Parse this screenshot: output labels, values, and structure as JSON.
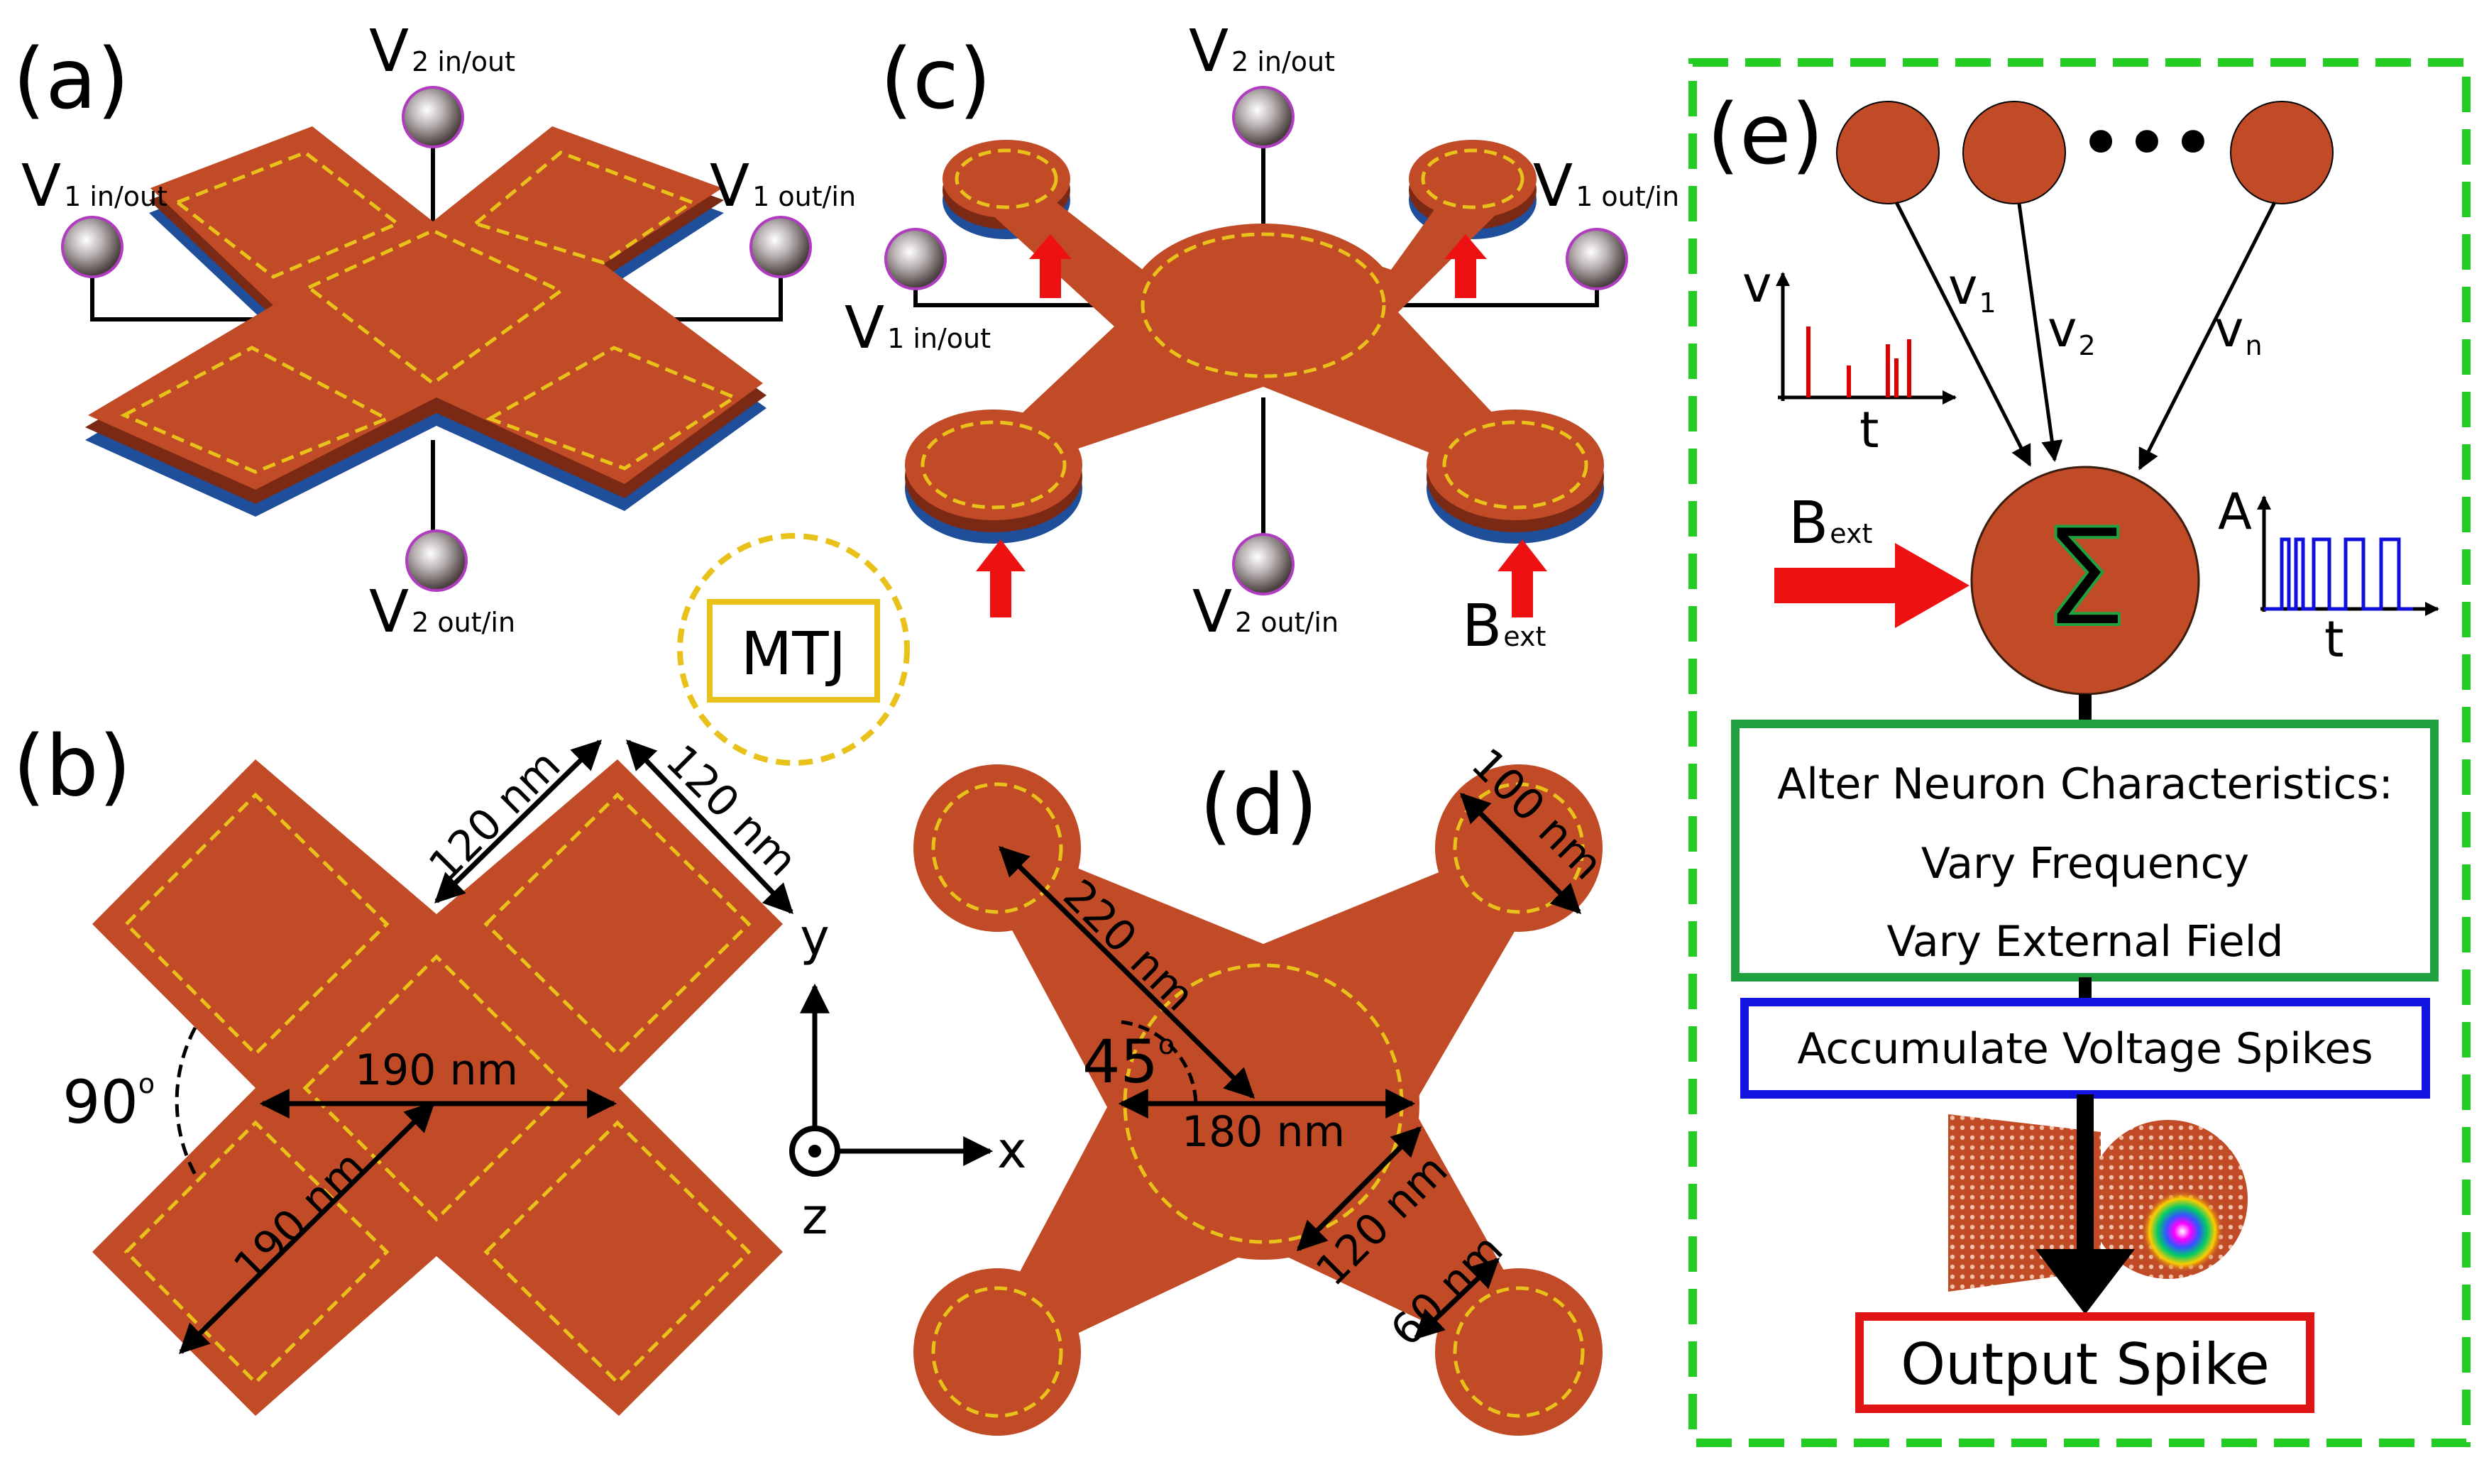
{
  "panels": {
    "a": {
      "letter": "(a)",
      "v1_left": {
        "main": "V",
        "sub": "1 in/out"
      },
      "v1_right": {
        "main": "V",
        "sub": "1 out/in"
      },
      "v2_top": {
        "main": "V",
        "sub": "2 in/out"
      },
      "v2_bottom": {
        "main": "V",
        "sub": "2 out/in"
      }
    },
    "b": {
      "letter": "(b)",
      "dim_arm_width_1": "120 nm",
      "dim_arm_width_2": "120 nm",
      "dim_center": "190 nm",
      "dim_arm_length": "190 nm",
      "angle": {
        "value": "90",
        "sup": "o"
      }
    },
    "c": {
      "letter": "(c)",
      "v1_left": {
        "main": "V",
        "sub": "1 in/out"
      },
      "v1_right": {
        "main": "V",
        "sub": "1 out/in"
      },
      "v2_top": {
        "main": "V",
        "sub": "2 in/out"
      },
      "v2_bottom": {
        "main": "V",
        "sub": "2 out/in"
      },
      "bext": {
        "main": "B",
        "sub": "ext"
      }
    },
    "d": {
      "letter": "(d)",
      "dim_pad_diameter": "100 nm",
      "dim_arm_length": "220 nm",
      "angle": {
        "value": "45",
        "sup": "o"
      },
      "dim_center": "180 nm",
      "dim_arm_width": "120 nm",
      "dim_neck": "60 nm"
    },
    "e": {
      "letter": "(e)",
      "inputs": [
        "v",
        "v",
        "v"
      ],
      "input_subs": [
        "1",
        "2",
        "n"
      ],
      "ellipsis": "•••",
      "plot_in": {
        "y": "v",
        "x": "t"
      },
      "plot_out": {
        "y": "A",
        "x": "t"
      },
      "bext": {
        "main": "B",
        "sub": "ext"
      },
      "sum_symbol": "Σ",
      "box_green": [
        "Alter Neuron Characteristics:",
        "Vary Frequency",
        "Vary External Field"
      ],
      "box_blue": "Accumulate Voltage Spikes",
      "box_red": "Output Spike"
    }
  },
  "legend": {
    "mtj": "MTJ"
  },
  "axes": {
    "y": "y",
    "x": "x",
    "z": "z"
  },
  "colors": {
    "device": "#c04b26",
    "device_dark": "#7a2a14",
    "substrate": "#1f4e9a",
    "mtj_dash": "#e8c21a",
    "arrow_red": "#ee1111",
    "frame_green": "#22cc22",
    "box_green": "#21a040",
    "box_blue": "#1414e0",
    "box_red": "#e01414",
    "spike_red": "#dd0000",
    "spike_blue": "#1010dd"
  }
}
